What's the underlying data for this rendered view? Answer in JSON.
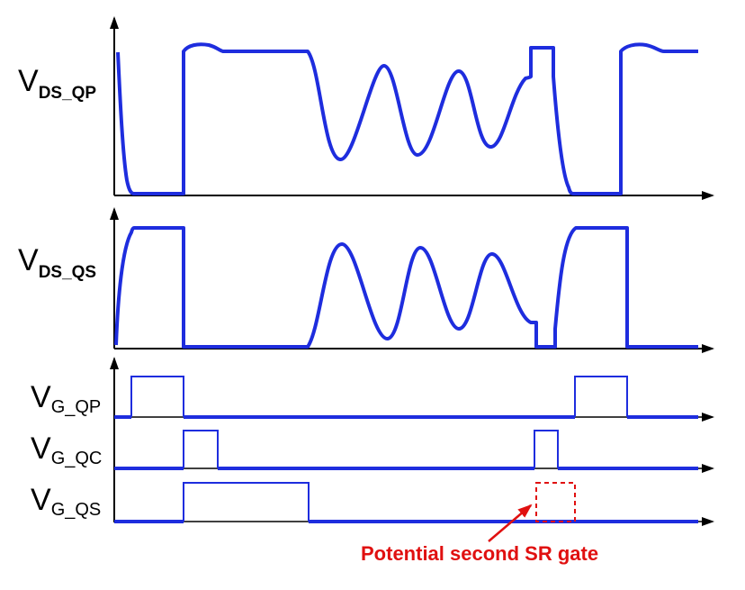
{
  "colors": {
    "waveform": "#1e2dde",
    "axis": "#000000",
    "thin_line": "#000000",
    "annotation": "#e01010"
  },
  "labels": {
    "vds_qp": {
      "main": "V",
      "sub": "DS_QP"
    },
    "vds_qs": {
      "main": "V",
      "sub": "DS_QS"
    },
    "vg_qp": {
      "main": "V",
      "sub": "G_QP"
    },
    "vg_qc": {
      "main": "V",
      "sub": "G_QC"
    },
    "vg_qs": {
      "main": "V",
      "sub": "G_QS"
    }
  },
  "annotation": {
    "text": "Potential second SR gate"
  }
}
